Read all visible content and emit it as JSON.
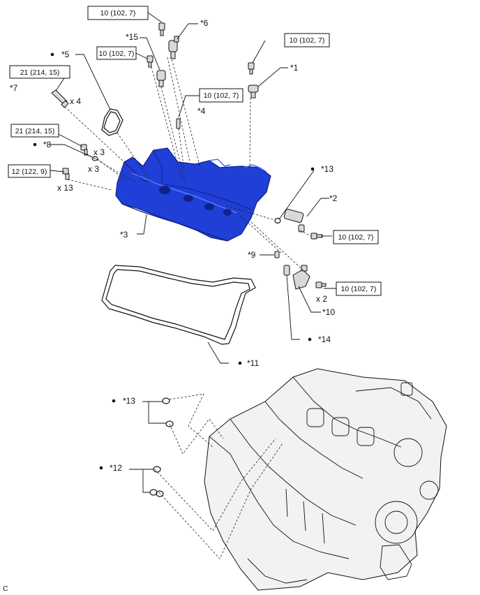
{
  "torque_specs": [
    {
      "id": "tq-6",
      "text": "10 (102, 7)"
    },
    {
      "id": "tq-15",
      "text": "10 (102, 7)"
    },
    {
      "id": "tq-1",
      "text": "10 (102, 7)"
    },
    {
      "id": "tq-4",
      "text": "10 (102, 7)"
    },
    {
      "id": "tq-7",
      "text": "21 (214, 15)"
    },
    {
      "id": "tq-8",
      "text": "21 (214, 15)"
    },
    {
      "id": "tq-bolt",
      "text": "12 (122, 9)"
    },
    {
      "id": "tq-2",
      "text": "10 (102, 7)"
    },
    {
      "id": "tq-10",
      "text": "10 (102, 7)"
    }
  ],
  "callouts": {
    "c1": "*1",
    "c2": "*2",
    "c3": "*3",
    "c4": "*4",
    "c5": "*5",
    "c6": "*6",
    "c7": "*7",
    "c8": "*8",
    "c9": "*9",
    "c10": "*10",
    "c11": "*11",
    "c12": "*12",
    "c13a": "*13",
    "c13b": "*13",
    "c14": "*14",
    "c15": "*15"
  },
  "quantities": {
    "x4": "x 4",
    "x3a": "x 3",
    "x3b": "x 3",
    "x13": "x 13",
    "x2": "x 2"
  },
  "corner_letter": "C",
  "colors": {
    "cover_blue": "#1f3fd6",
    "cover_blue_dark": "#10228a",
    "cover_blue_light": "#4d6bff",
    "engine_gray": "#e6e6e6"
  }
}
